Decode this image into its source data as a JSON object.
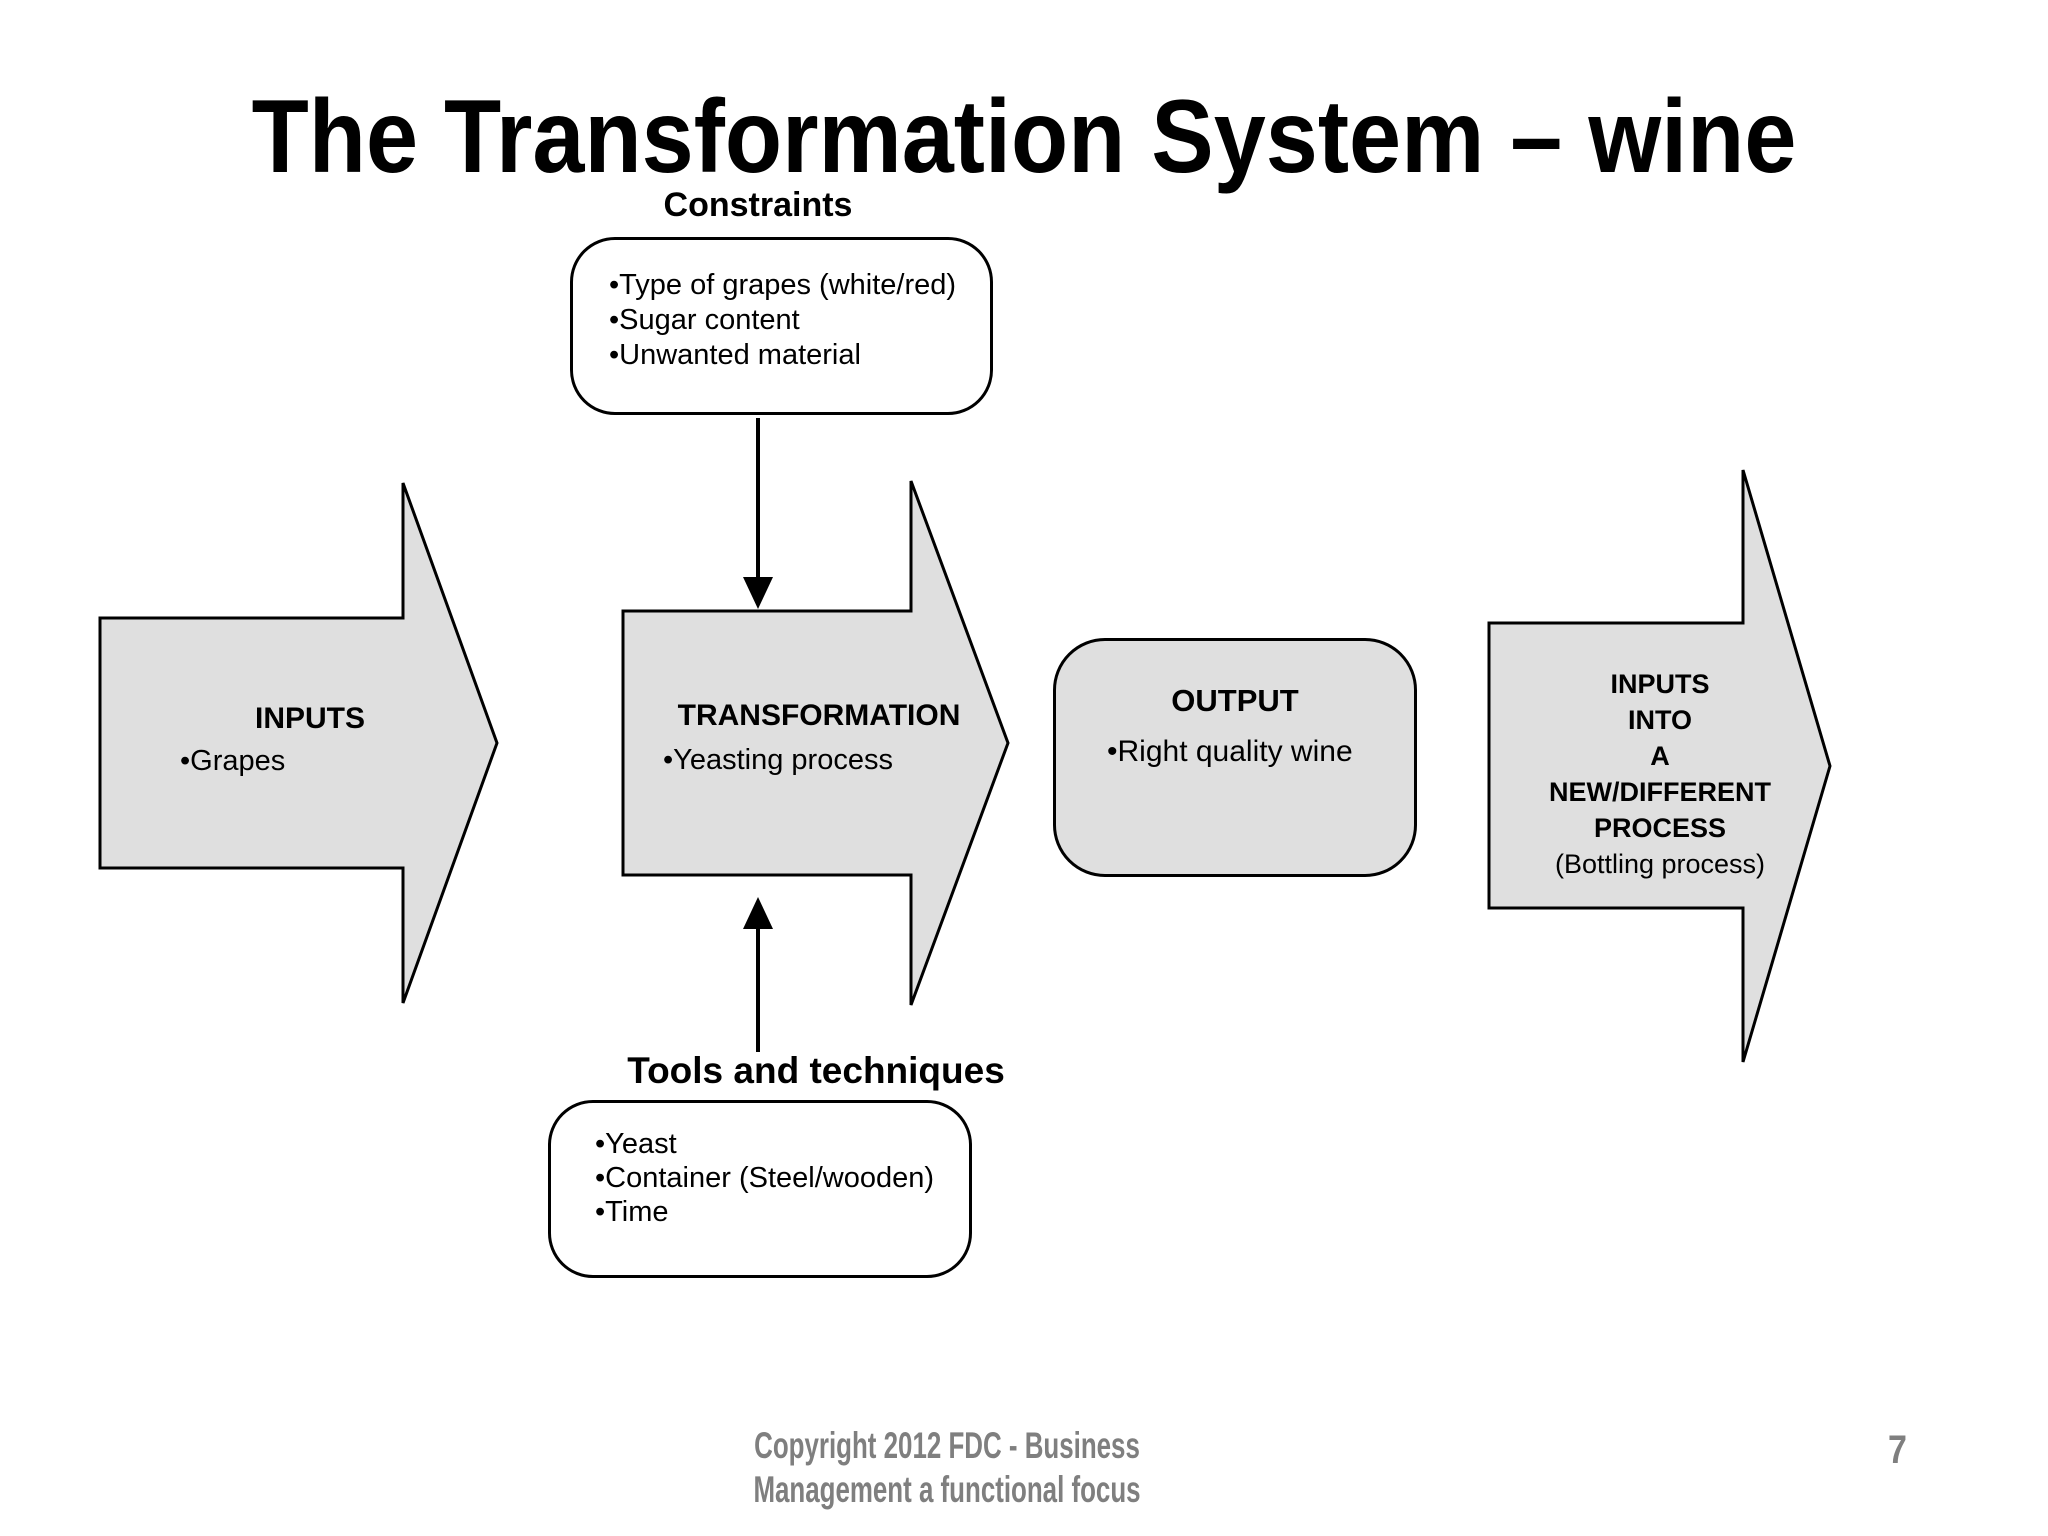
{
  "title": "The Transformation System – wine",
  "colors": {
    "shape_fill": "#dfdfdf",
    "shape_stroke": "#000000",
    "box_fill": "#ffffff",
    "footer_text": "#7f7f7f"
  },
  "constraints": {
    "label": "Constraints",
    "items": [
      "•Type of grapes (white/red)",
      "•Sugar content",
      "•Unwanted material"
    ]
  },
  "inputs_arrow": {
    "heading": "INPUTS",
    "bullet": "•Grapes"
  },
  "transformation_arrow": {
    "heading": "TRANSFORMATION",
    "bullet": "•Yeasting process"
  },
  "output_box": {
    "heading": "OUTPUT",
    "bullet": "•Right quality wine"
  },
  "next_process_arrow": {
    "lines": [
      "INPUTS",
      "INTO",
      "A",
      "NEW/DIFFERENT",
      "PROCESS"
    ],
    "subline": "(Bottling process)"
  },
  "tools": {
    "label": "Tools and techniques",
    "items": [
      "•Yeast",
      "•Container (Steel/wooden)",
      "•Time"
    ]
  },
  "footer": {
    "copyright_line1": "Copyright 2012 FDC - Business",
    "copyright_line2": "Management a functional focus",
    "page_number": "7"
  }
}
